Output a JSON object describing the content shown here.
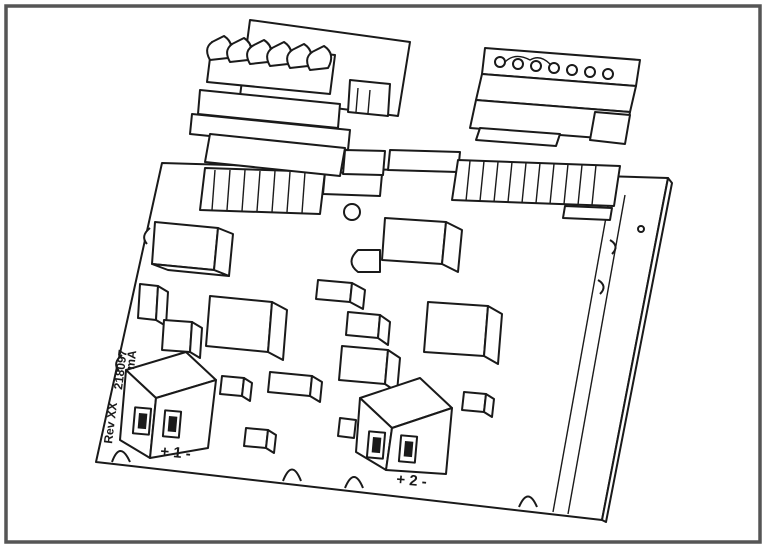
{
  "labels": {
    "terminal_1": "+ 1 -",
    "terminal_2": "+ 2 -",
    "part_number": "218097",
    "current_rating": "mA",
    "revision": "Rev XX"
  },
  "colors": {
    "line": "#1a1a1a",
    "frame": "#555555",
    "fill": "#ffffff"
  }
}
